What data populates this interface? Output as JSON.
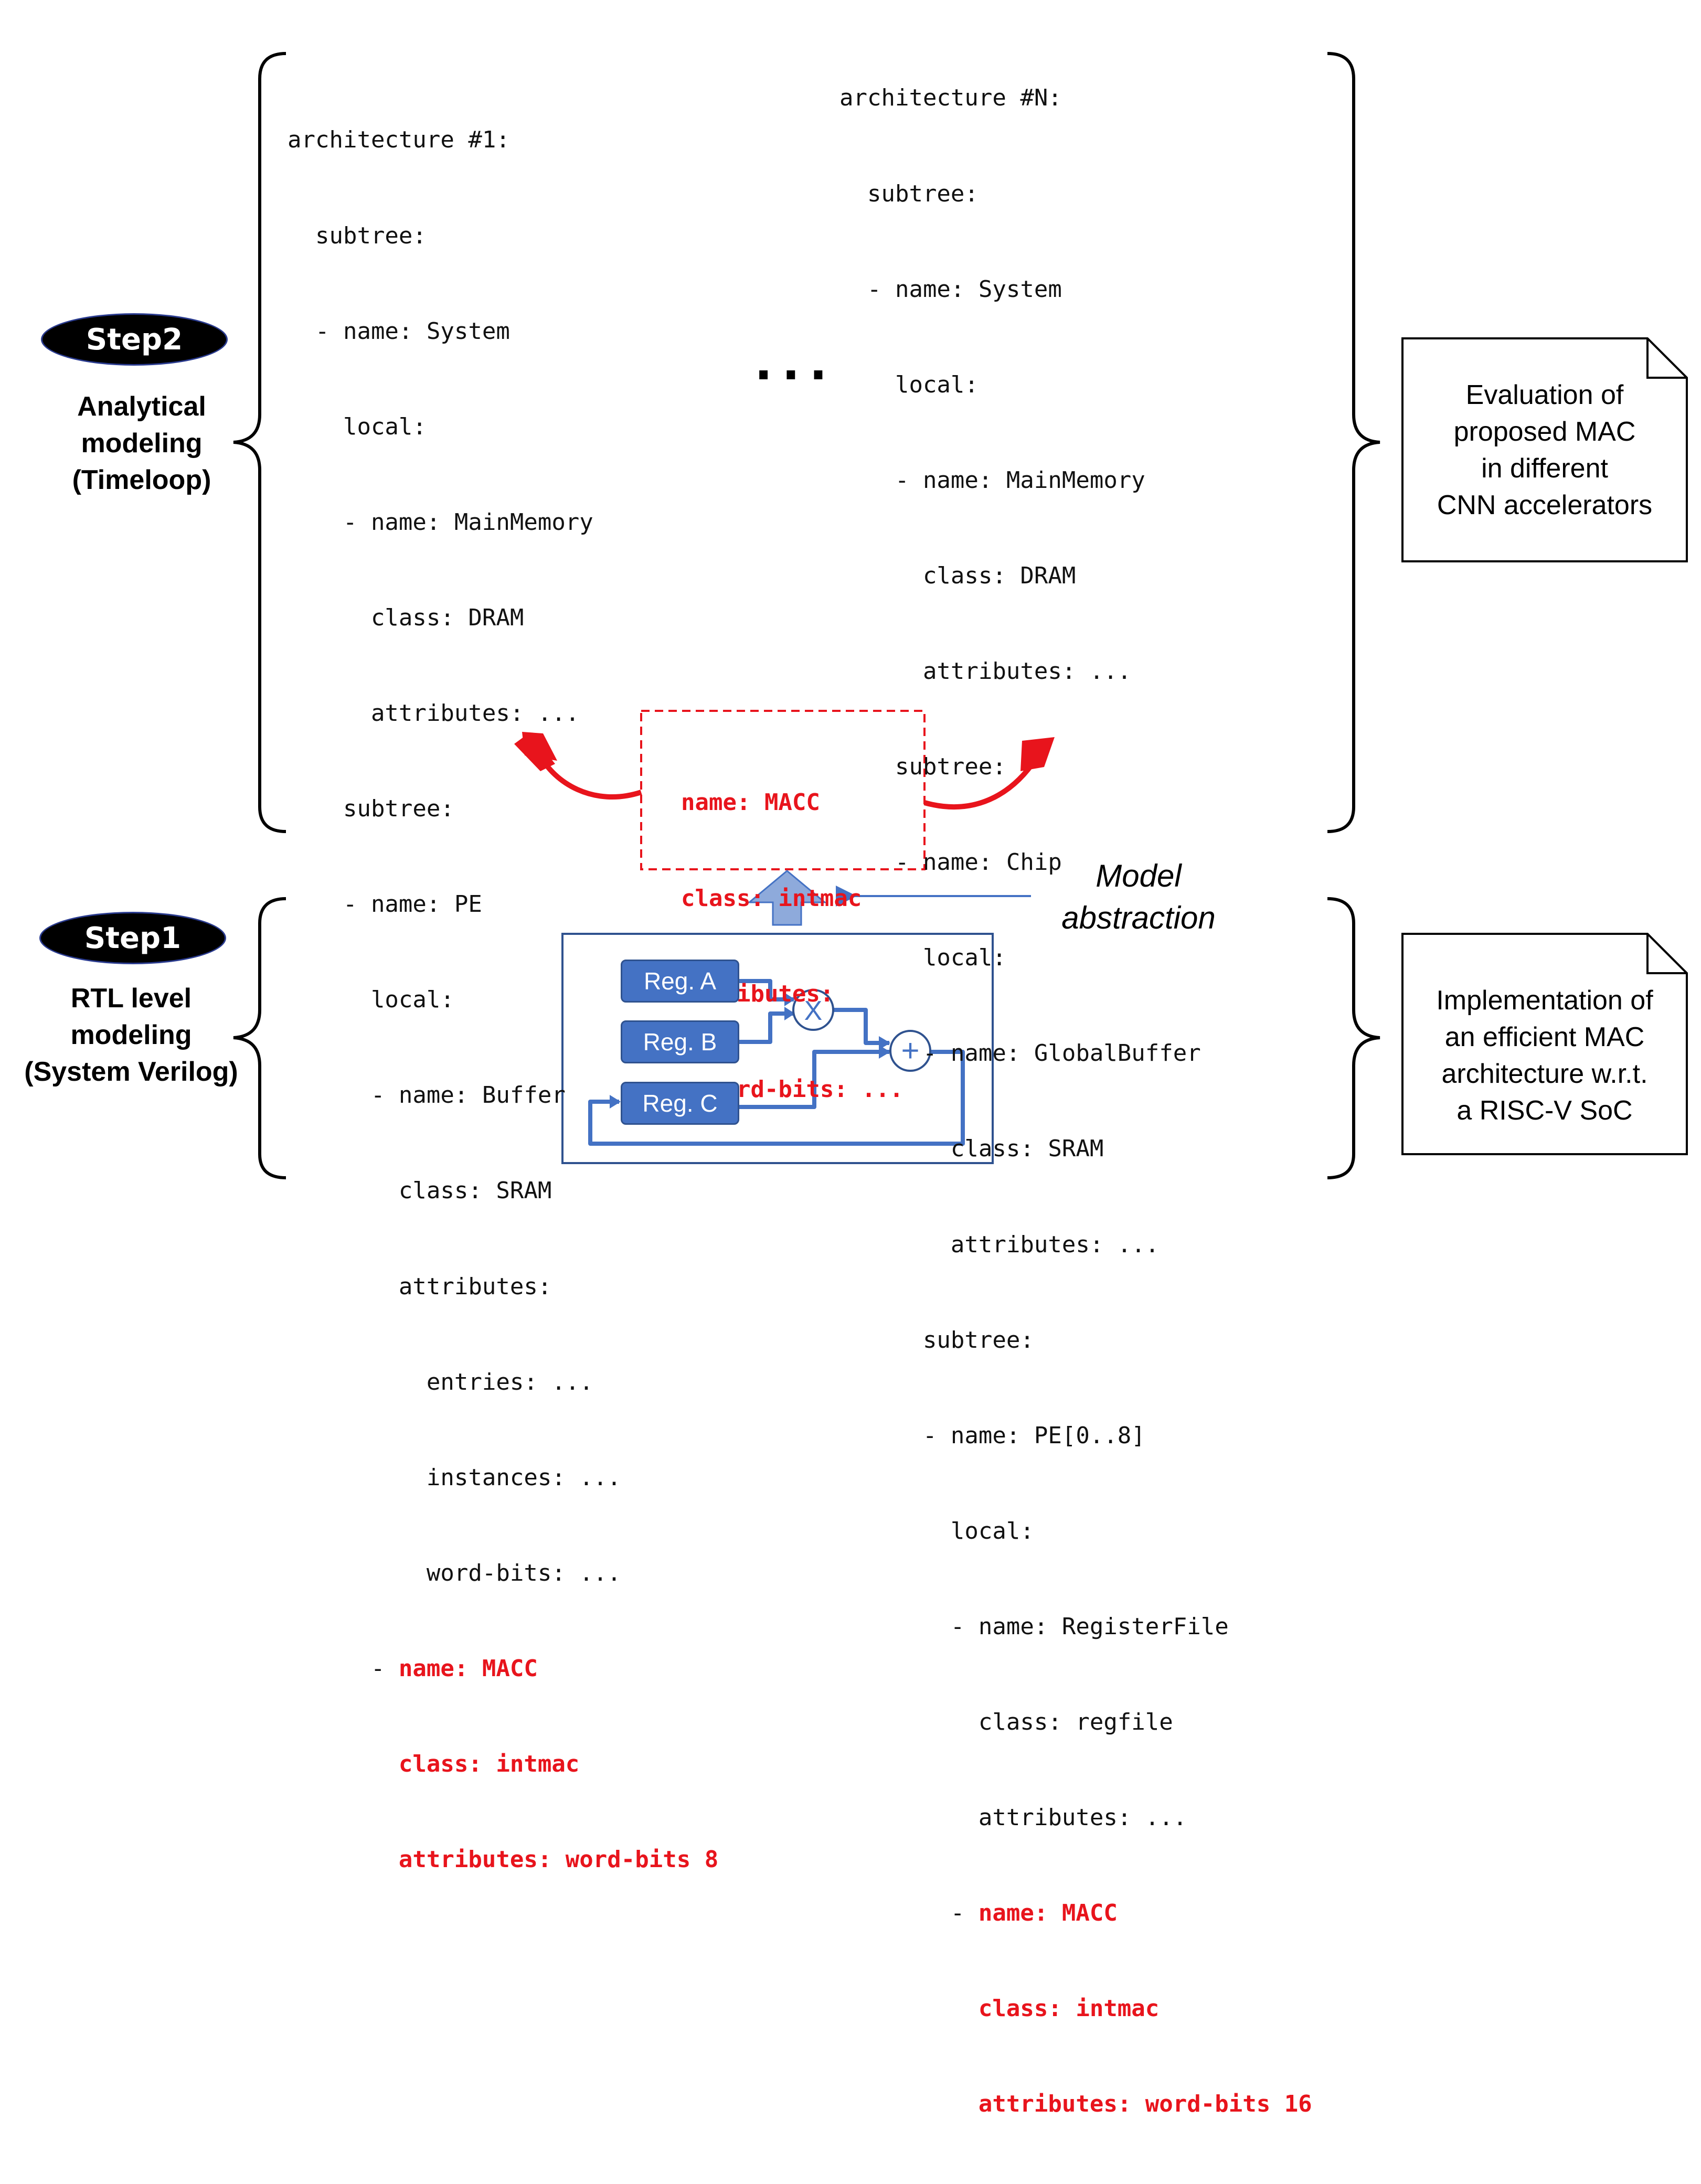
{
  "step2": {
    "badge": "Step2",
    "label_lines": [
      "Analytical",
      "modeling",
      "(Timeloop)"
    ]
  },
  "step1": {
    "badge": "Step1",
    "label_lines": [
      "RTL level",
      "modeling",
      "(System Verilog)"
    ]
  },
  "arch1": {
    "lines": [
      "architecture #1:",
      "  subtree:",
      "  - name: System",
      "    local:",
      "    - name: MainMemory",
      "      class: DRAM",
      "      attributes: ...",
      "    subtree:",
      "    - name: PE",
      "      local:",
      "      - name: Buffer",
      "        class: SRAM",
      "        attributes:",
      "          entries: ...",
      "          instances: ...",
      "          word-bits: ..."
    ],
    "macc_prefix": "      - ",
    "macc_lines": [
      "name: MACC",
      "        class: intmac",
      "        attributes: word-bits 8"
    ]
  },
  "archN": {
    "lines": [
      "architecture #N:",
      "  subtree:",
      "  - name: System",
      "    local:",
      "    - name: MainMemory",
      "      class: DRAM",
      "      attributes: ...",
      "    subtree:",
      "    - name: Chip",
      "      local:",
      "      - name: GlobalBuffer",
      "        class: SRAM",
      "        attributes: ...",
      "      subtree:",
      "      - name: PE[0..8]",
      "        local:",
      "        - name: RegisterFile",
      "          class: regfile",
      "          attributes: ..."
    ],
    "macc_prefix": "        - ",
    "macc_lines": [
      "name: MACC",
      "          class: intmac",
      "          attributes: word-bits 16"
    ]
  },
  "ellipsis": "...",
  "macc_template": {
    "lines": [
      "name: MACC",
      "class: intmac",
      "attributes:",
      "  word-bits: ..."
    ]
  },
  "abstraction_label": [
    "Model",
    "abstraction"
  ],
  "note_top": [
    "Evaluation of",
    "proposed MAC",
    "in different",
    "CNN accelerators"
  ],
  "note_bottom": [
    "Implementation of",
    "an efficient MAC",
    "architecture w.r.t.",
    "a RISC-V SoC"
  ],
  "circuit": {
    "reg_a": "Reg. A",
    "reg_b": "Reg. B",
    "reg_c": "Reg. C",
    "multiply_symbol": "X",
    "add_symbol": "+"
  },
  "colors": {
    "highlight_red": "#e8141c",
    "circuit_blue": "#4472c4",
    "circuit_border": "#2f528f",
    "arrow_blue": "#8eaadb"
  }
}
